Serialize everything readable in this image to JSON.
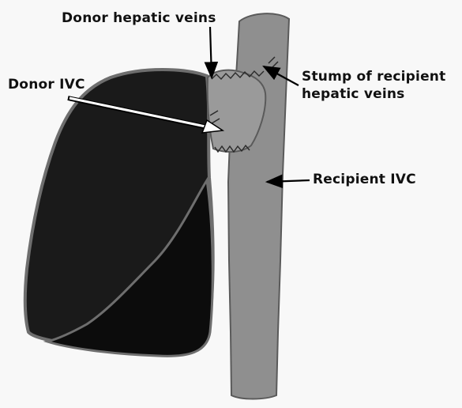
{
  "labels": {
    "donor_hepatic_veins": "Donor hepatic veins",
    "donor_ivc": "Donor IVC",
    "stump_line1": "Stump of recipient",
    "stump_line2": "hepatic veins",
    "recipient_ivc": "Recipient IVC"
  },
  "colors": {
    "background": "#f8f8f8",
    "liver_fill": "#1a1a1a",
    "liver_lobe_fill": "#0c0c0c",
    "liver_outline": "#6e6e6e",
    "vessel_fill": "#8f8f8f",
    "vessel_outline": "#5a5a5a",
    "text": "#111111",
    "arrow": "#000000",
    "arrow_highlight": "#ffffff"
  }
}
